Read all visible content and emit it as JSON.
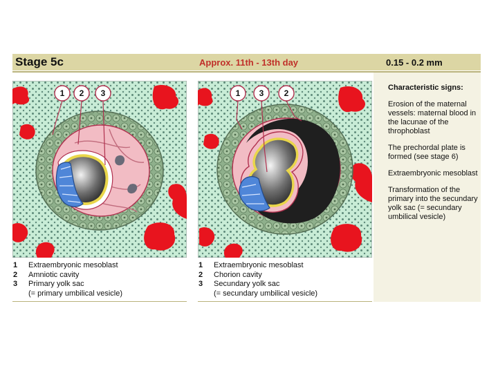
{
  "header": {
    "stage": "Stage 5c",
    "day": "Approx. 11th - 13th day",
    "size": "0.15 - 0.2 mm"
  },
  "left_panel": {
    "callouts": [
      "1",
      "2",
      "3"
    ],
    "legend": [
      {
        "num": "1",
        "text": "Extraembryonic mesoblast"
      },
      {
        "num": "2",
        "text": "Amniotic cavity"
      },
      {
        "num": "3",
        "text": "Primary yolk sac"
      },
      {
        "num": "",
        "text": "(= primary umbilical vesicle)"
      }
    ]
  },
  "right_panel": {
    "callouts": [
      "1",
      "3",
      "2"
    ],
    "legend": [
      {
        "num": "1",
        "text": "Extraembryonic mesoblast"
      },
      {
        "num": "2",
        "text": "Chorion cavity"
      },
      {
        "num": "3",
        "text": "Secundary yolk sac"
      },
      {
        "num": "",
        "text": "(= secundary umbilical vesicle)"
      }
    ]
  },
  "signs": {
    "title": "Characteristic signs:",
    "items": [
      "Erosion of the maternal vessels: maternal blood in the lacunae of the throphoblast",
      "The prechordal plate is formed (see stage 6)",
      "Extraembryonic mesoblast",
      "Transformation of the primary into the secundary yolk sac (= secundary umbilical vesicle)"
    ]
  },
  "colors": {
    "header_bg": "#dcd6a4",
    "accent_red": "#c0302a",
    "endometrium": "#c8ecd6",
    "blood": "#e8141e",
    "trophoblast": "#93b68f",
    "mesoblast": "#f2bcc4",
    "epiblast": "#4f86d8",
    "hypoblast": "#e9d64a"
  }
}
